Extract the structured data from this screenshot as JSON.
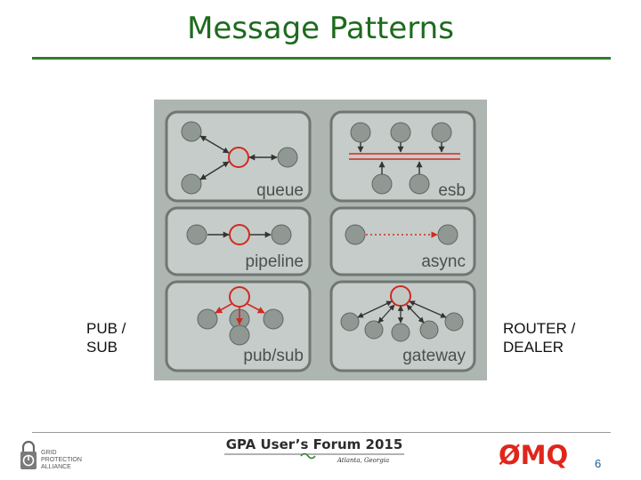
{
  "slide": {
    "title": "Message Patterns",
    "left_label": "PUB / SUB",
    "right_label": "ROUTER / DEALER",
    "page_number": "6"
  },
  "diagram": {
    "panels": [
      {
        "label": "queue"
      },
      {
        "label": "esb"
      },
      {
        "label": "pipeline"
      },
      {
        "label": "async"
      },
      {
        "label": "pub/sub"
      },
      {
        "label": "gateway"
      }
    ]
  },
  "footer": {
    "gpa_logo_text": [
      "GRID",
      "PROTECTION",
      "ALLIANCE"
    ],
    "forum_title": "GPA User’s Forum 2015",
    "forum_location": "Atlanta, Georgia",
    "zmq_logo_text": "ØMQ"
  },
  "colors": {
    "title": "#1d6b1d",
    "accent_red": "#d02a20",
    "zmq_red": "#e0261b",
    "panel_bg": "#c6ccc9",
    "node_fill": "#8f9893"
  }
}
